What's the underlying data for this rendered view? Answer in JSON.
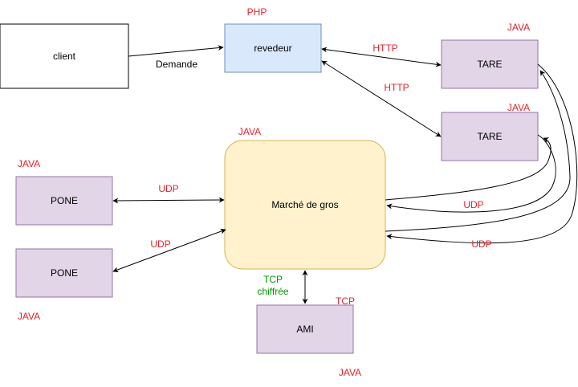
{
  "colors": {
    "tech_label": "#e3242b",
    "encrypted_label": "#009900",
    "client_fill": "#ffffff",
    "revendeur_fill": "#dae8fc",
    "revendeur_stroke": "#6c8ebf",
    "service_fill": "#e1d5e7",
    "service_stroke": "#9673a6",
    "marche_fill": "#fff2cc",
    "marche_stroke": "#d6b656",
    "edge": "#000000"
  },
  "nodes": {
    "client": "client",
    "revendeur": "revedeur",
    "tare_1": "TARE",
    "tare_2": "TARE",
    "marche": "Marché de gros",
    "pone_1": "PONE",
    "pone_2": "PONE",
    "ami": "AMI"
  },
  "tech_labels": {
    "revendeur": "PHP",
    "tare_1": "JAVA",
    "tare_2": "JAVA",
    "marche": "JAVA",
    "pone_1": "JAVA",
    "pone_2": "JAVA",
    "ami_protocol": "TCP",
    "ami": "JAVA"
  },
  "edge_labels": {
    "client_revendeur": "Demande",
    "revendeur_tare_1": "HTTP",
    "revendeur_tare_2": "HTTP",
    "marche_pone_1": "UDP",
    "marche_pone_2": "UDP",
    "marche_tare_2": "UDP",
    "marche_tare_1": "UDP",
    "marche_ami_line1": "TCP",
    "marche_ami_line2": "chiffrée"
  }
}
